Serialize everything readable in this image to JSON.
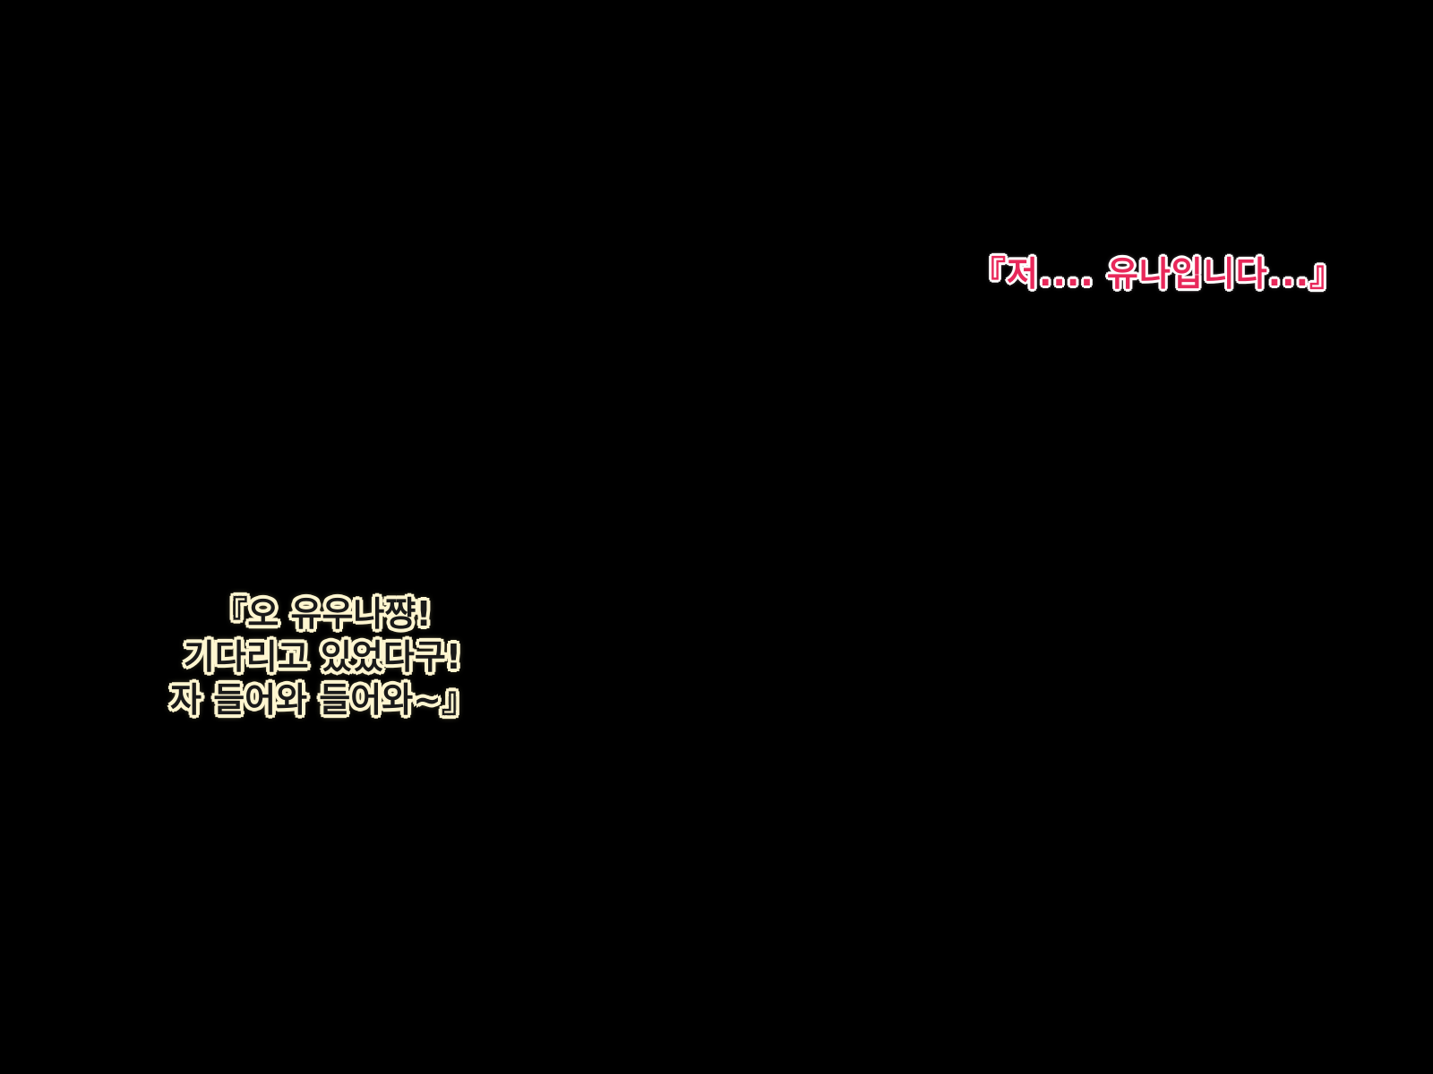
{
  "scene": {
    "background_color": "#000000"
  },
  "dialogue_top": {
    "text": "『저.... 유나입니다...』",
    "text_color": "#e8285a",
    "outline_color": "#ffffff"
  },
  "dialogue_bottom": {
    "lines": [
      "『오 유우나쨩!",
      "기다리고 있었다구!",
      "자 들어와 들어와~』"
    ],
    "text_color": "#1a1a1a",
    "outline_color": "#fff6d0"
  }
}
